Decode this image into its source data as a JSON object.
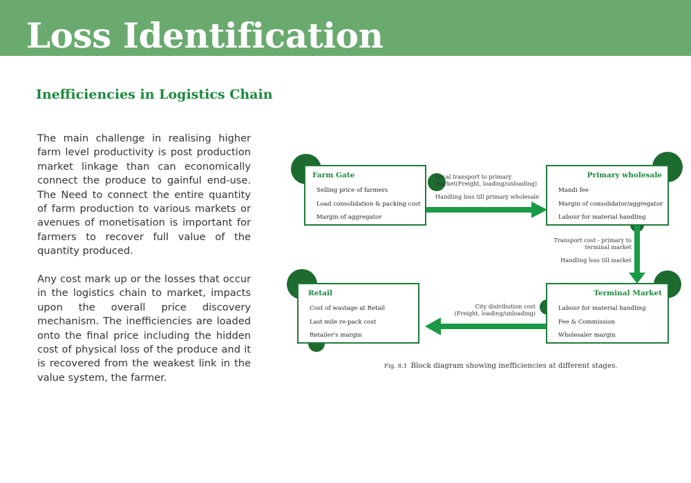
{
  "header": {
    "title": "Loss Identification"
  },
  "section": {
    "heading": "Inefficiencies in Logistics Chain"
  },
  "body": {
    "paragraphs": [
      "The main challenge in realising higher farm level productivity is post production market linkage than can economically connect the produce to gainful end-use. The Need to connect the entire quantity of farm production to various markets or avenues of monetisation is important for farmers to recover full value of the quantity produced.",
      "Any cost mark up or the losses that occur in the logistics chain to market, impacts upon the overall price discovery mechanism. The inefficiencies are loaded onto the final price including the hidden cost of physical loss of the produce and it is recovered from the weakest link in the value system, the farmer."
    ]
  },
  "diagram": {
    "colors": {
      "border": "#1e7a37",
      "accent": "#1a8a3c",
      "arrow": "#1a9a45",
      "circle": "#1e6b30"
    },
    "nodes": {
      "farm_gate": {
        "title": "Farm Gate",
        "items": [
          "Selling price of farmers",
          "Load consolidation & packing cost",
          "Margin of aggregator"
        ]
      },
      "primary_wholesale": {
        "title": "Primary wholesale",
        "items": [
          "Mandi fee",
          "Margin of consolidator/aggregator",
          "Labour for material handling"
        ]
      },
      "terminal_market": {
        "title": "Terminal Market",
        "items": [
          "Labour for material handling",
          "Fee & Commission",
          "Wholesaler margin"
        ]
      },
      "retail": {
        "title": "Retail",
        "items": [
          "Cost of wastage at Retail",
          "Last mile re-pack cost",
          "Retailer's margin"
        ]
      }
    },
    "edges": {
      "farm_to_primary": {
        "line1": "Local transport to primary",
        "line2": "market(Freight, loading/unloading)",
        "line3": "Handling loss till primary wholesale"
      },
      "primary_to_terminal": {
        "line1": "Transport cost - primary to",
        "line2": "terminal market",
        "line3": "Handling loss till market"
      },
      "terminal_to_retail": {
        "line1": "City distribution cost",
        "line2": "(Freight, loading/unloading)"
      }
    },
    "caption": {
      "number": "Fig. 8.1",
      "text": "Block diagram showing inefficiencies at different stages."
    }
  }
}
